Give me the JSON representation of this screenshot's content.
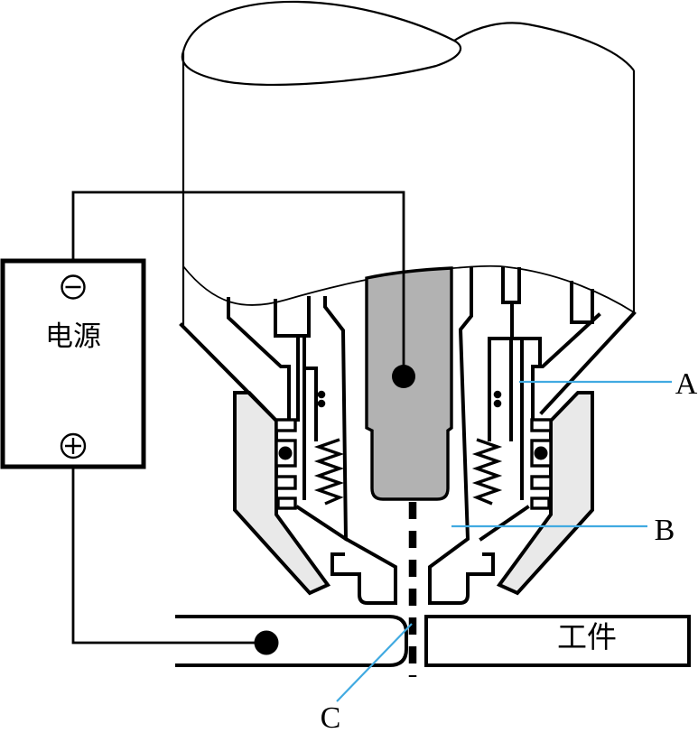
{
  "diagram": {
    "title": "plasma-torch-and-power-supply-schematic",
    "power_supply": {
      "label": "电源",
      "negative_symbol": "−",
      "positive_symbol": "+"
    },
    "workpiece": {
      "label": "工件"
    },
    "part_labels": {
      "a": "A",
      "b": "B",
      "c": "C"
    },
    "colors": {
      "line_black": "#000000",
      "leader_blue": "#41aae1",
      "electrode_gray": "#b2b2b2",
      "shield_cup_gray": "#e9e9e9",
      "background": "#ffffff"
    }
  }
}
